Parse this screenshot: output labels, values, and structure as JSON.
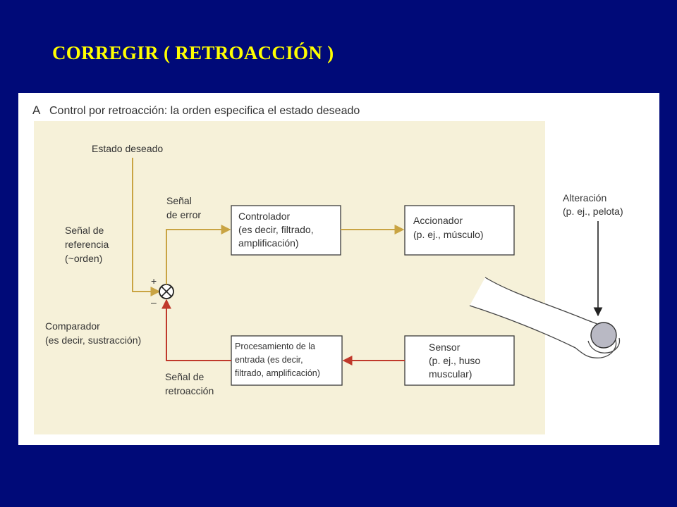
{
  "slide": {
    "title": "CORREGIR ( RETROACCIÓN )"
  },
  "colors": {
    "background": "#000a78",
    "title": "#ffff00",
    "panel": "#ffffff",
    "shaded_area": "#f6f1d9",
    "box_border": "#3a3a3a",
    "forward_arrow": "#c9a443",
    "feedback_arrow": "#c0392b",
    "text": "#333333"
  },
  "figure": {
    "heading_letter": "A",
    "heading": "Control por retroacción: la orden especifica el estado deseado",
    "labels": {
      "desired_state": "Estado deseado",
      "error_signal": [
        "Señal",
        "de error"
      ],
      "reference_signal": [
        "Señal de",
        "referencia",
        "(~orden)"
      ],
      "plus": "+",
      "minus": "–",
      "comparator": [
        "Comparador",
        "(es decir, sustracción)"
      ],
      "feedback_signal": [
        "Señal de",
        "retroacción"
      ],
      "disturbance": [
        "Alteración",
        "(p. ej., pelota)"
      ]
    },
    "boxes": {
      "controller": [
        "Controlador",
        "(es decir, filtrado,",
        "amplificación)"
      ],
      "actuator": [
        "Accionador",
        "(p. ej., músculo)"
      ],
      "input_processing": [
        "Procesamiento de la",
        "entrada (es decir,",
        "filtrado,  amplificación)"
      ],
      "sensor": [
        "Sensor",
        "(p. ej., huso",
        "muscular)"
      ]
    }
  }
}
